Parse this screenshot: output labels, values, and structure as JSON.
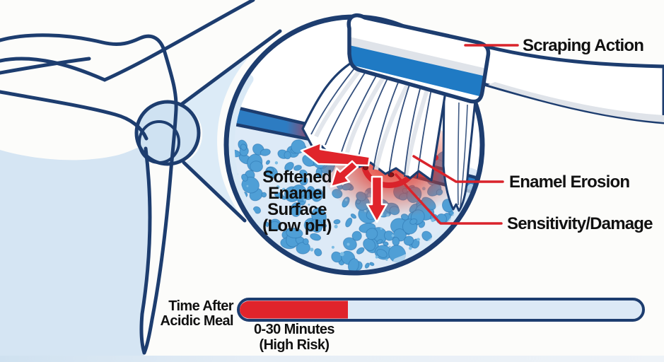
{
  "figure": {
    "title_semantic": "Enamel erosion from brushing after acidic meal",
    "callouts": {
      "scraping_action": "Scraping Action",
      "enamel_erosion": "Enamel Erosion",
      "sensitivity_damage": "Sensitivity/Damage"
    },
    "magnified_view": {
      "lines": [
        "Softened",
        "Enamel",
        "Surface",
        "(Low pH)"
      ]
    },
    "timeline": {
      "label_lines": [
        "Time After",
        "Acidic Meal"
      ],
      "highlight_lines": [
        "0-30 Minutes",
        "(High Risk)"
      ],
      "fill_fraction": 0.27
    },
    "colors": {
      "navy_outline": "#1d3d6f",
      "red_accent": "#d9232b",
      "dark_red_debris": "#8f1318",
      "brush_blue": "#1f7ac4",
      "light_blue_fill": "#d9e9f6",
      "porous_background": "#ddeaf7",
      "enamel_blob_blue": "#4f9fd6",
      "blob_stroke": "#2a72ae",
      "bar_track": "#dce9f6",
      "text_black": "#111111",
      "background": "#fcfcfa"
    }
  }
}
